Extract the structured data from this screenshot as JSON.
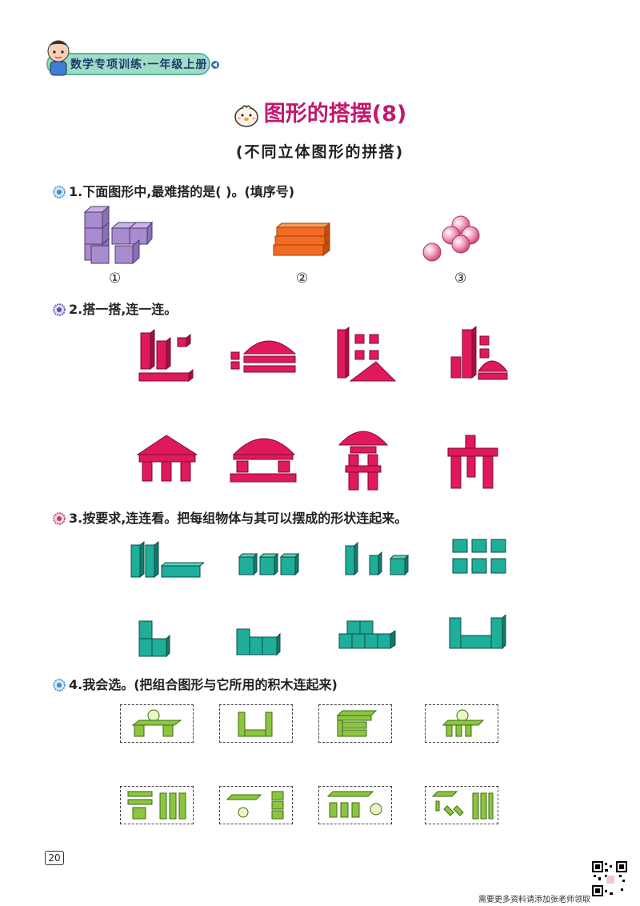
{
  "header": {
    "banner": "数学专项训练·一年级上册"
  },
  "title": "图形的搭摆(8)",
  "subtitle": "(不同立体图形的拼搭)",
  "q1": {
    "text": "1.下面图形中,最难搭的是(       )。(填序号)",
    "labels": [
      "①",
      "②",
      "③"
    ]
  },
  "q2": {
    "text": "2.搭一搭,连一连。"
  },
  "q3": {
    "text": "3.按要求,连连看。把每组物体与其可以摆成的形状连起来。"
  },
  "q4": {
    "text": "4.我会选。(把组合图形与它所用的积木连起来)"
  },
  "page_number": "20",
  "footer": "需要更多资料请添加张老师领取",
  "colors": {
    "purple": "#a98ccf",
    "orange": "#f26b22",
    "pink": "#f4a6c6",
    "magenta": "#e01a5a",
    "teal": "#1fae9a",
    "green": "#8cc63f",
    "title": "#c2186f"
  }
}
